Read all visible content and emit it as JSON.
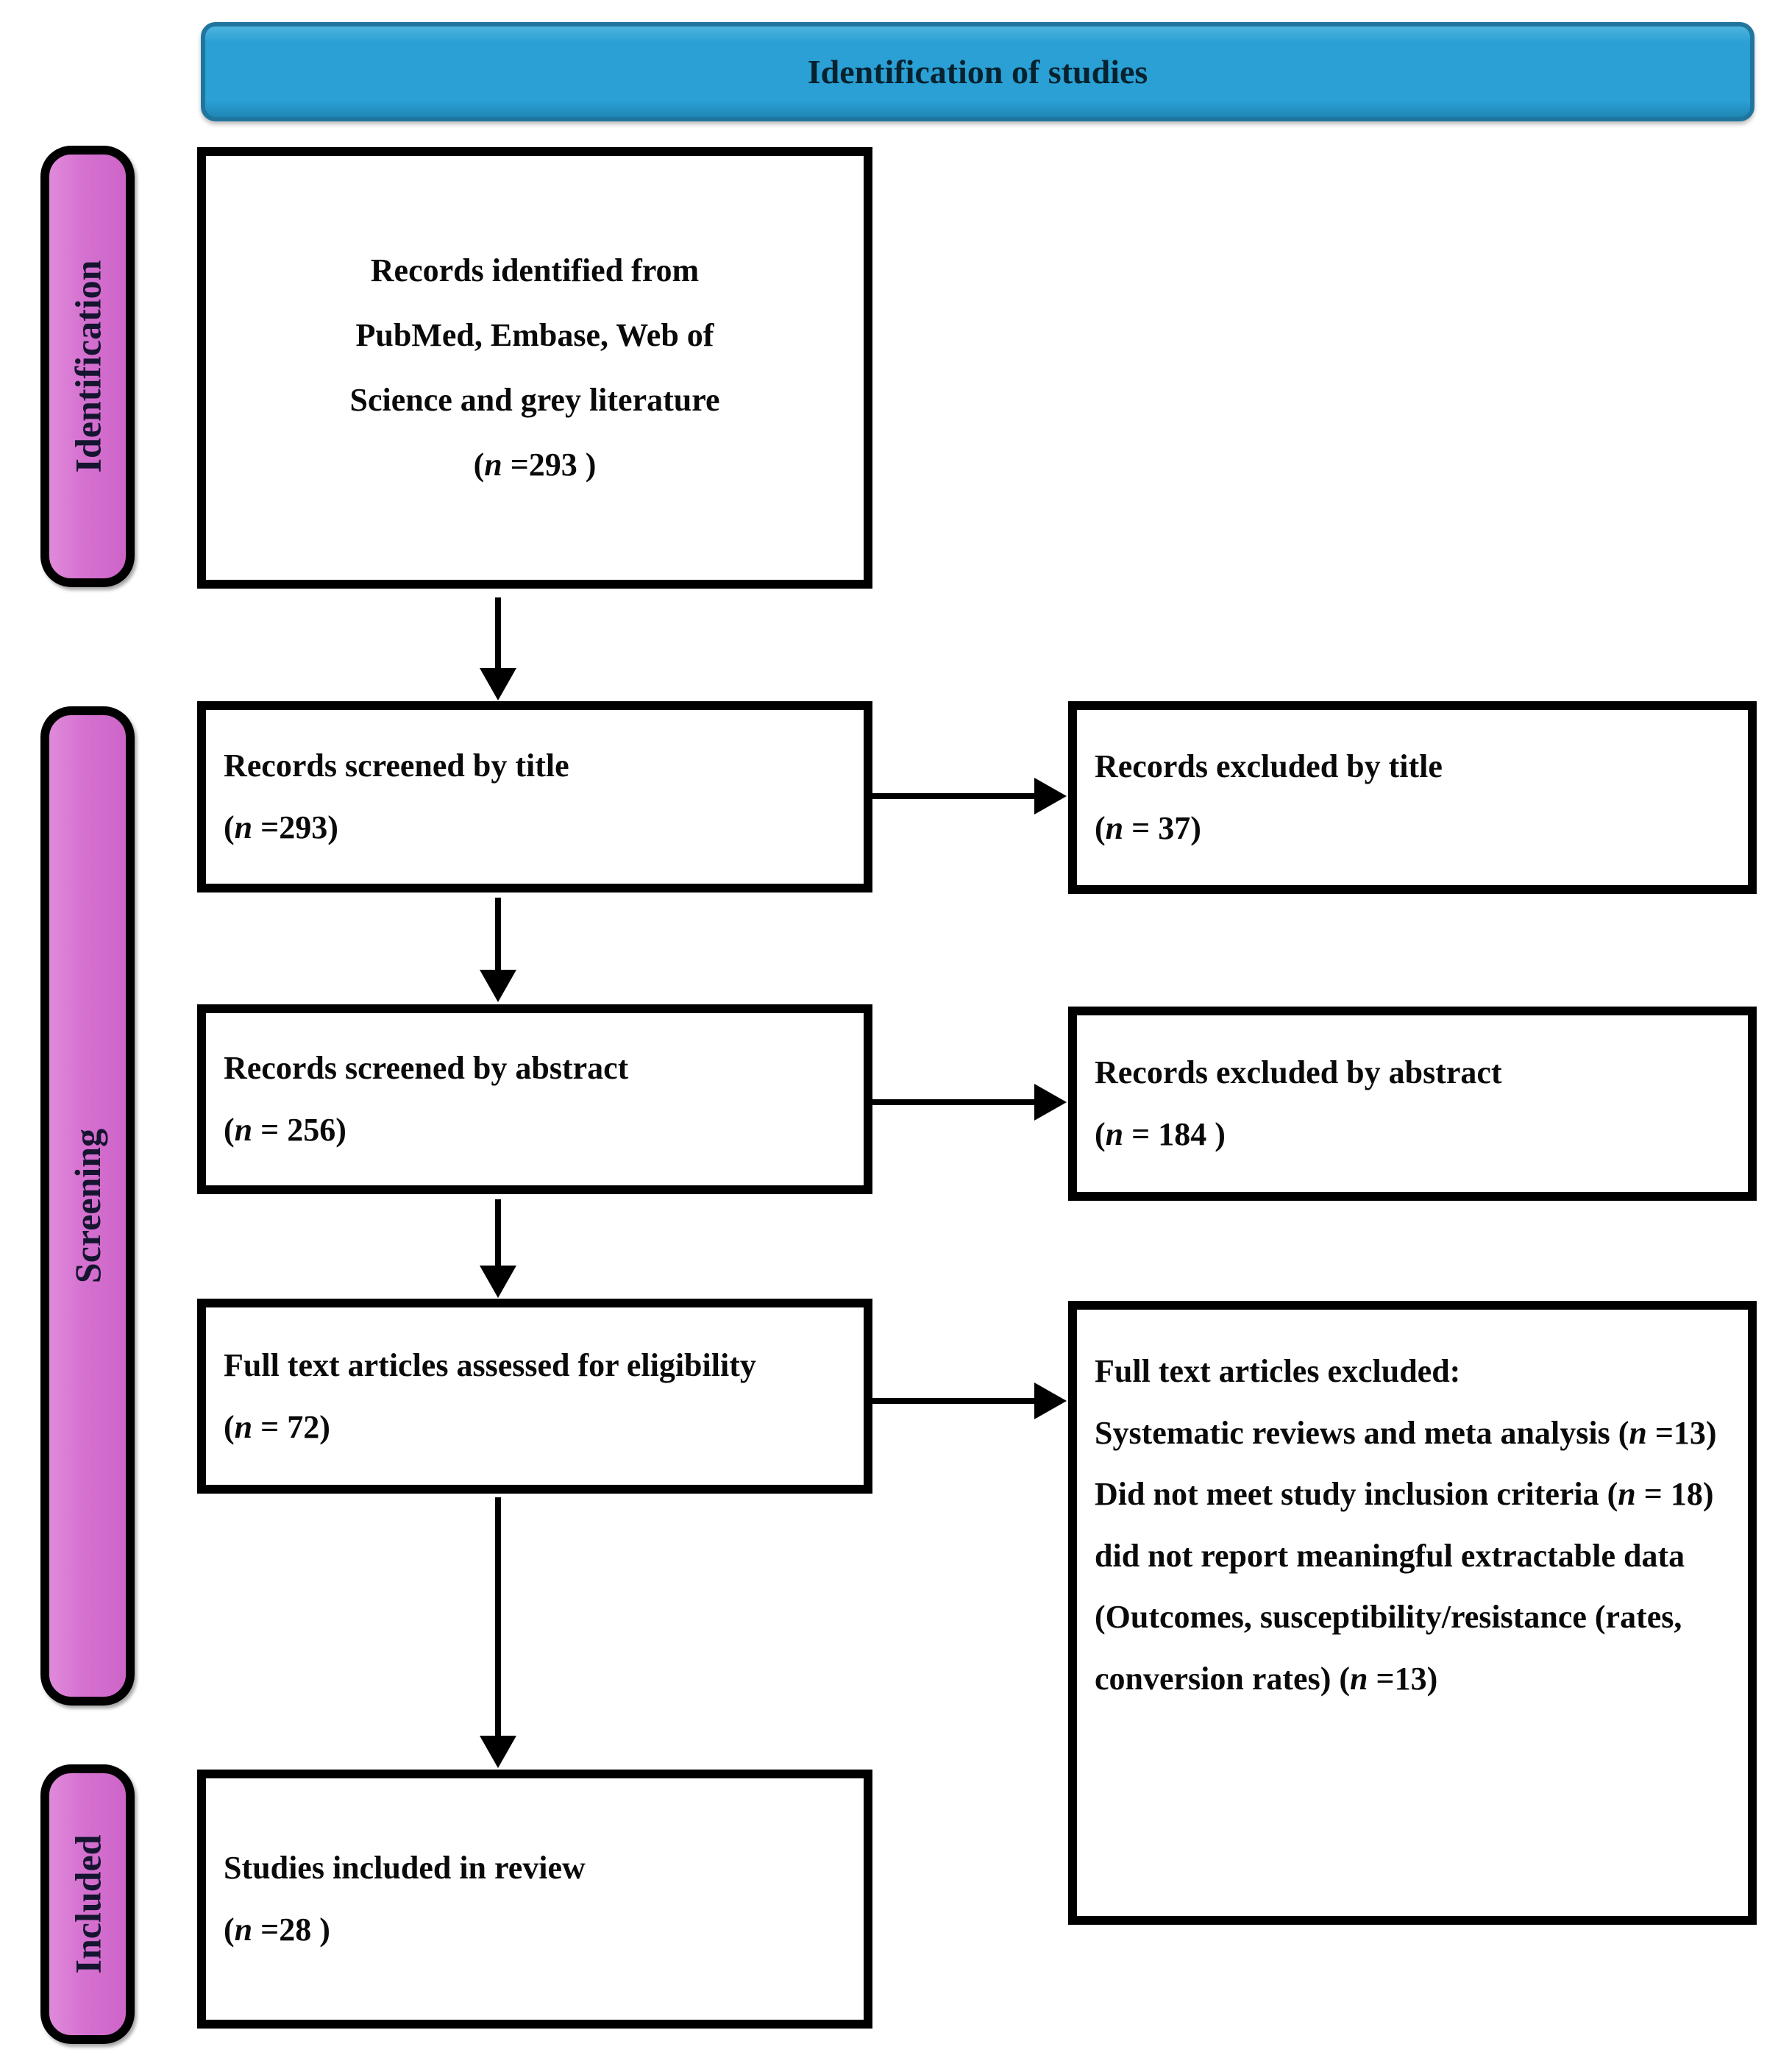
{
  "header": {
    "title": "Identification of studies"
  },
  "colors": {
    "banner_fill": "#2aa0d4",
    "banner_border": "#20759e",
    "stage_fill": "#d571d0",
    "box_border": "#000000",
    "text": "#0a0a0a"
  },
  "stages": [
    {
      "label": "Identification"
    },
    {
      "label": "Screening"
    },
    {
      "label": "Included"
    }
  ],
  "boxes": {
    "identified": {
      "text": "Records identified from PubMed, Embase, Web of Science and grey literature",
      "n": "(n =293 )"
    },
    "screened_title": {
      "text": "Records screened by title",
      "n": "(n =293)"
    },
    "excluded_title": {
      "text": "Records excluded by title",
      "n": "(n = 37)"
    },
    "screened_abstract": {
      "text": "Records screened by abstract",
      "n": "(n = 256)"
    },
    "excluded_abstract": {
      "text": "Records excluded by abstract",
      "n": "(n = 184 )"
    },
    "fulltext_assessed": {
      "text": "Full text articles assessed for eligibility",
      "n": "(n = 72)"
    },
    "fulltext_excluded": {
      "lines": [
        "Full text articles excluded:",
        "Systematic reviews and meta analysis (n =13)",
        "Did not meet study inclusion criteria (n = 18)",
        "did not report meaningful extractable data (Outcomes, susceptibility/resistance (rates, conversion rates) (n =13)"
      ]
    },
    "included_review": {
      "text": "Studies included in review",
      "n": "(n =28 )"
    }
  }
}
